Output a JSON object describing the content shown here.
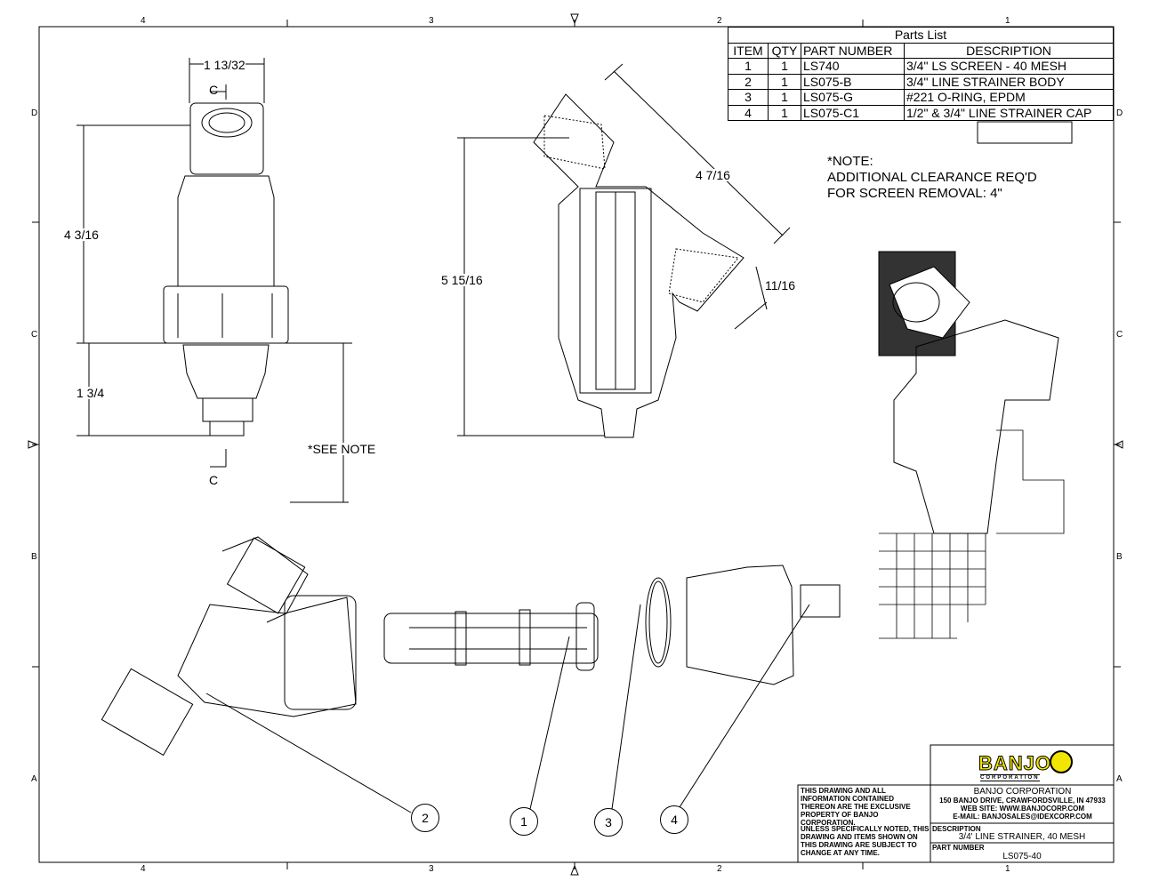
{
  "zones": {
    "columns": [
      "4",
      "3",
      "2",
      "1"
    ],
    "rows": [
      "D",
      "C",
      "B",
      "A"
    ]
  },
  "parts_list": {
    "title": "Parts List",
    "headers": [
      "ITEM",
      "QTY",
      "PART NUMBER",
      "DESCRIPTION"
    ],
    "rows": [
      [
        "1",
        "1",
        "LS740",
        "3/4\" LS SCREEN - 40 MESH"
      ],
      [
        "2",
        "1",
        "LS075-B",
        "3/4\" LINE STRAINER BODY"
      ],
      [
        "3",
        "1",
        "LS075-G",
        "#221 O-RING, EPDM"
      ],
      [
        "4",
        "1",
        "LS075-C1",
        "1/2\" & 3/4\" LINE STRAINER CAP"
      ]
    ]
  },
  "note": {
    "line1": "*NOTE:",
    "line2": "ADDITIONAL CLEARANCE REQ'D",
    "line3": "FOR SCREEN REMOVAL: 4\""
  },
  "dimensions": {
    "width_top": "1 13/32",
    "height_upper": "4 3/16",
    "height_lower": "1 3/4",
    "see_note": "*SEE NOTE",
    "section_label_top": "C",
    "section_label_bottom": "C",
    "section_height": "5 15/16",
    "diagonal_length": "4 7/16",
    "port_offset": "11/16"
  },
  "balloons": [
    "2",
    "1",
    "3",
    "4"
  ],
  "title_block": {
    "logo_text": "BANJO",
    "logo_subtext": "CORPORATION",
    "company": "BANJO CORPORATION",
    "address": "150 BANJO DRIVE, CRAWFORDSVILLE, IN 47933",
    "website": "WEB SITE: WWW.BANJOCORP.COM",
    "email": "E-MAIL: BANJOSALES@IDEXCORP.COM",
    "disclaimer1": "THIS DRAWING AND ALL INFORMATION CONTAINED THEREON ARE THE EXCLUSIVE PROPERTY OF BANJO CORPORATION.",
    "disclaimer2": "UNLESS SPECIFICALLY NOTED, THIS DRAWING AND ITEMS SHOWN ON THIS DRAWING ARE SUBJECT TO CHANGE AT ANY TIME.",
    "description_label": "DESCRIPTION",
    "description": "3/4' LINE STRAINER, 40 MESH",
    "part_number_label": "PART NUMBER",
    "part_number": "LS075-40"
  },
  "colors": {
    "logo_yellow": "#f2e600",
    "line": "#000000"
  }
}
